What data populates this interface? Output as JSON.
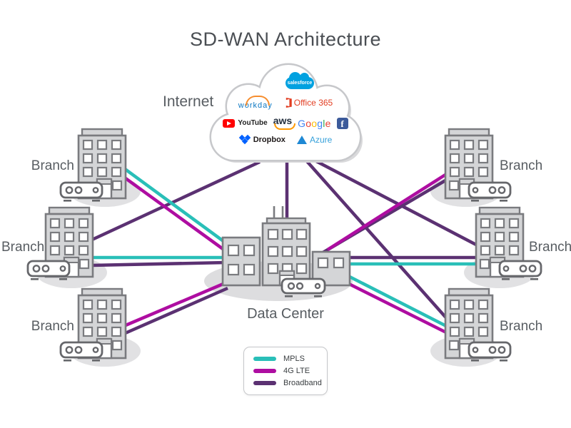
{
  "title": "SD-WAN Architecture",
  "nodes": {
    "internet": {
      "label": "Internet"
    },
    "datacenter": {
      "label": "Data Center"
    },
    "branch": {
      "label": "Branch"
    },
    "branch_count": 6
  },
  "cloud": {
    "services": [
      {
        "name": "salesforce",
        "label": "salesforce",
        "color": "#00A1E0"
      },
      {
        "name": "workday",
        "label": "workday",
        "color": "#0B77C2",
        "arc_color": "#F68D2E"
      },
      {
        "name": "office-365",
        "label": "Office 365",
        "color": "#E23E22"
      },
      {
        "name": "youtube",
        "label": "YouTube",
        "color": "#FF0000"
      },
      {
        "name": "aws",
        "label": "aws",
        "color": "#232F3E",
        "smile_color": "#FF9900"
      },
      {
        "name": "google",
        "label": "Google",
        "letters": [
          {
            "ch": "G"
          },
          {
            "ch": "o"
          },
          {
            "ch": "o"
          },
          {
            "ch": "g"
          },
          {
            "ch": "l"
          },
          {
            "ch": "e"
          }
        ],
        "colors": [
          "#4285F4",
          "#EA4335",
          "#FBBC05",
          "#4285F4",
          "#34A853",
          "#EA4335"
        ]
      },
      {
        "name": "facebook",
        "label": "f",
        "color": "#3C5A9A"
      },
      {
        "name": "dropbox",
        "label": "Dropbox",
        "color": "#0061FF"
      },
      {
        "name": "azure",
        "label": "Azure",
        "color": "#1E88D4"
      }
    ]
  },
  "legend": {
    "items": [
      {
        "label": "MPLS",
        "color": "#29BFB8"
      },
      {
        "label": "4G LTE",
        "color": "#AE0DA1"
      },
      {
        "label": "Broadband",
        "color": "#5B3172"
      }
    ]
  },
  "connections": [
    {
      "from": "branch-top-left",
      "to": "data-center",
      "links": [
        "MPLS",
        "4G LTE"
      ]
    },
    {
      "from": "branch-mid-left",
      "to": "data-center",
      "links": [
        "MPLS",
        "Broadband"
      ]
    },
    {
      "from": "branch-mid-left",
      "to": "internet",
      "links": [
        "Broadband"
      ]
    },
    {
      "from": "branch-bottom-left",
      "to": "data-center",
      "links": [
        "4G LTE",
        "Broadband"
      ]
    },
    {
      "from": "branch-top-right",
      "to": "data-center",
      "links": [
        "4G LTE",
        "Broadband"
      ]
    },
    {
      "from": "branch-mid-right",
      "to": "data-center",
      "links": [
        "MPLS",
        "Broadband"
      ]
    },
    {
      "from": "branch-mid-right",
      "to": "internet",
      "links": [
        "Broadband"
      ]
    },
    {
      "from": "branch-bottom-right",
      "to": "data-center",
      "links": [
        "MPLS",
        "4G LTE"
      ]
    },
    {
      "from": "branch-bottom-right",
      "to": "internet",
      "links": [
        "Broadband"
      ]
    },
    {
      "from": "internet",
      "to": "data-center",
      "links": [
        "Broadband"
      ]
    }
  ]
}
